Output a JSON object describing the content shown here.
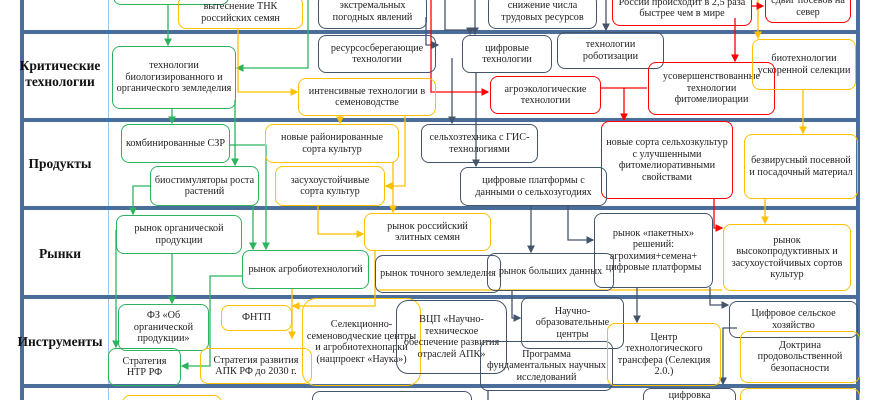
{
  "rows": [
    "Критические технологии",
    "Продукты",
    "Рынки",
    "Инструменты"
  ],
  "colors": {
    "green": "#2db35d",
    "yellow": "#ffc000",
    "navy": "#44546a",
    "red": "#ff0000",
    "grid": "#4a6d9a"
  },
  "trends": {
    "tnk": "вытеснение ТНК российских семян",
    "weather": "экстремальных погодных явлений",
    "labor": "снижение числа трудовых ресурсов",
    "climate": "России происходит в 2,5 раза быстрее чем в мире",
    "north": "сдвиг посевов на север"
  },
  "technologies": {
    "organic": "технологии биологизированного и органического земледелия",
    "resource": "ресурсосберегающие технологии",
    "seed_intensive": "интенсивные технологии в семеноводстве",
    "digital": "цифровые технологии",
    "robot": "технологии роботизации",
    "agroeco": "агроэкологические технологии",
    "phyto": "усовершенствованные технологии фитомелиорации",
    "biotech": "биотехнологии ускоренной селекции"
  },
  "products": {
    "szr": "комбинированные СЗР",
    "varieties": "новые районированные сорта культур",
    "gis": "сельхозтехника с ГИС-технологиями",
    "phyto_varieties": "новые сорта сельхозкультур с улучшенными фитомелиоративными свойствами",
    "virusfree": "безвирусный посевной и посадочный материал",
    "biostim": "биостимуляторы роста растений",
    "drought": "засухоустойчивые сорта культур",
    "platforms": "цифровые платформы с данными о сельхозугодиях"
  },
  "markets": {
    "organic": "рынок органической продукции",
    "agrobio": "рынок агробиотехнологий",
    "elite": "рынок российский элитных семян",
    "precision": "рынок точного земледелия",
    "bigdata": "рынок больших данных",
    "package": "рынок «пакетных» решений: агрохимия+семена+ цифровые платформы",
    "productive": "рынок высокопродуктивных и засухоустойчивых сортов культур"
  },
  "instruments": {
    "fz": "ФЗ «Об органической продукции»",
    "fntp": "ФНТП",
    "centers": "Селекционно-семеноводческие центры и агробиотехнопарки (нацпроект «Наука»)",
    "vcp": "ВЦП «Научно-техническое обеспечение развития отраслей АПК»",
    "noc": "Научно-образовательные центры",
    "fundamental": "Программа фундаментальных научных исследований",
    "transfer": "Центр технологического трансфера (Селекция 2.0.)",
    "digital_agri": "Цифровое сельское хозяйство",
    "doctrine": "Доктрина продовольственной безопасности",
    "ntr": "Стратегия НТР РФ",
    "apk": "Стратегия развития АПК РФ до 2030 г."
  },
  "bottom": {
    "digital": "цифровка"
  }
}
